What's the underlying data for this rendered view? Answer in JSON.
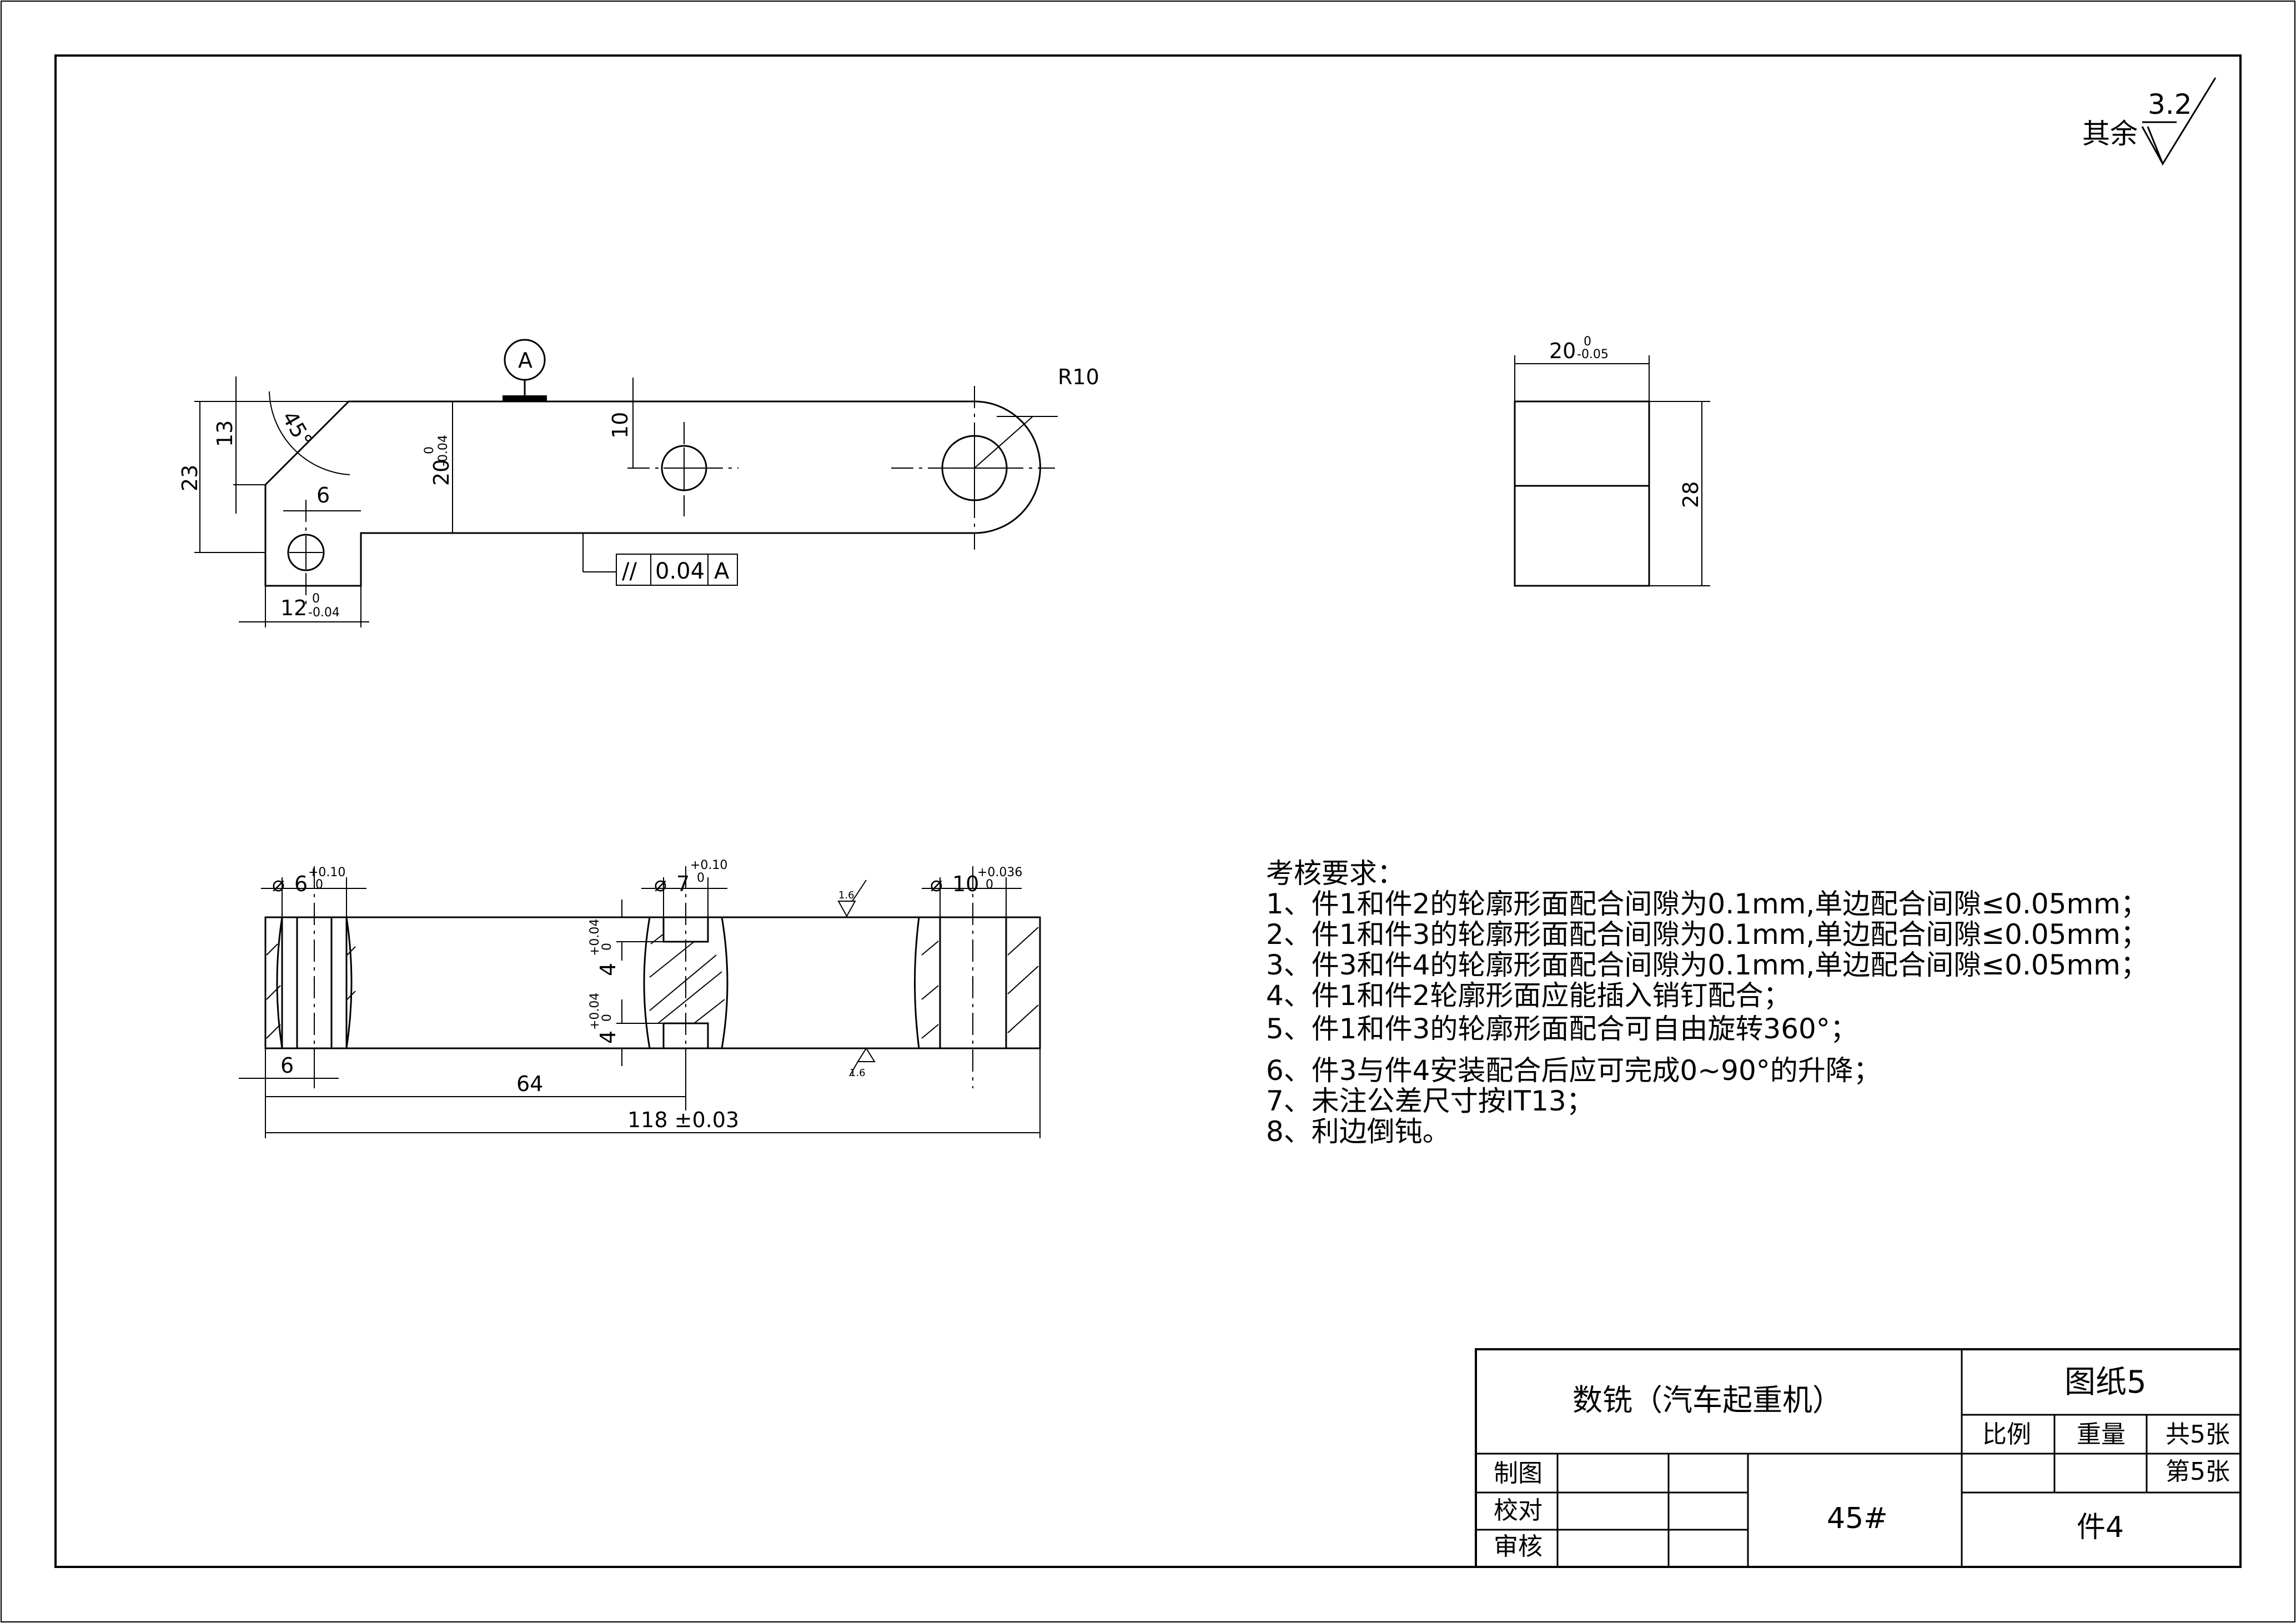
{
  "roughness": {
    "prefix": "其余",
    "value": "3.2"
  },
  "top_view": {
    "datum": "A",
    "radius": "R10",
    "angle": "45°",
    "dims": {
      "d13": "13",
      "d23": "23",
      "d6": "6",
      "d10": "10",
      "d20": "20",
      "d20_tol_up": "0",
      "d20_tol_low": "-0.04",
      "d12": "12",
      "d12_tol_up": "0",
      "d12_tol_low": "-0.04"
    },
    "fcf": {
      "symbol": "//",
      "value": "0.04",
      "datum": "A"
    }
  },
  "side_view": {
    "width": "20",
    "width_tol_up": "0",
    "width_tol_low": "-0.05",
    "height": "28"
  },
  "section_view": {
    "hole1": {
      "dia": "6",
      "tol_up": "+0.10",
      "tol_low": "0"
    },
    "hole2": {
      "dia": "7",
      "tol_up": "+0.10",
      "tol_low": "0"
    },
    "hole3": {
      "dia": "10",
      "tol_up": "+0.036",
      "tol_low": "0"
    },
    "roughness_top": "1.6",
    "roughness_bottom": "1.6",
    "d4a": "4",
    "d4a_tol_up": "+0.04",
    "d4a_tol_low": "0",
    "d4b": "4",
    "d4b_tol_up": "+0.04",
    "d4b_tol_low": "0",
    "d6": "6",
    "d64": "64",
    "d118": "118 ±0.03"
  },
  "requirements": {
    "title": "考核要求：",
    "items": [
      "1、件1和件2的轮廓形面配合间隙为0.1mm,单边配合间隙≤0.05mm；",
      "2、件1和件3的轮廓形面配合间隙为0.1mm,单边配合间隙≤0.05mm；",
      "3、件3和件4的轮廓形面配合间隙为0.1mm,单边配合间隙≤0.05mm；",
      "4、件1和件2轮廓形面应能插入销钉配合；",
      "5、件1和件3的轮廓形面配合可自由旋转360°；",
      "6、件3与件4安装配合后应可完成0~90°的升降；",
      "7、未注公差尺寸按IT13；",
      "8、利边倒钝。"
    ]
  },
  "title_block": {
    "project": "数铣（汽车起重机）",
    "drawing_no": "图纸5",
    "scale_label": "比例",
    "weight_label": "重量",
    "sheets_total": "共5张",
    "sheet_no": "第5张",
    "drawn": "制图",
    "checked": "校对",
    "approved": "审核",
    "material": "45#",
    "part": "件4"
  }
}
